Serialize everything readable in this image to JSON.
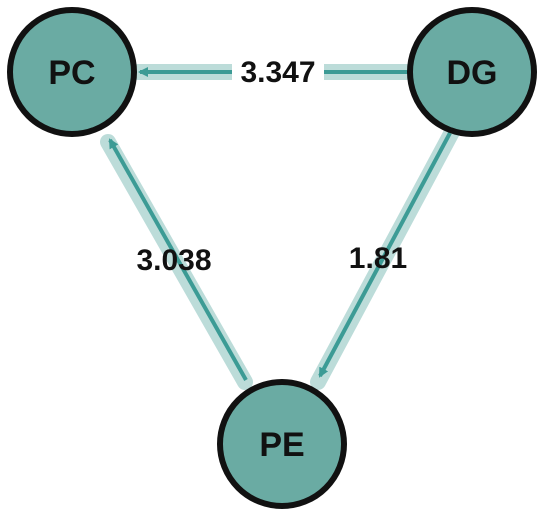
{
  "colors": {
    "node_fill": "#6aaba3",
    "node_stroke": "#111111",
    "edge_halo": "#bcdcd9",
    "edge_line": "#3c9b95",
    "label_text": "#111111"
  },
  "nodes": [
    {
      "id": "PC",
      "label": "PC"
    },
    {
      "id": "DG",
      "label": "DG"
    },
    {
      "id": "PE",
      "label": "PE"
    }
  ],
  "edges": [
    {
      "from": "DG",
      "to": "PC",
      "label": "3.347"
    },
    {
      "from": "DG",
      "to": "PE",
      "label": "1.81"
    },
    {
      "from": "PE",
      "to": "PC",
      "label": "3.038"
    }
  ]
}
